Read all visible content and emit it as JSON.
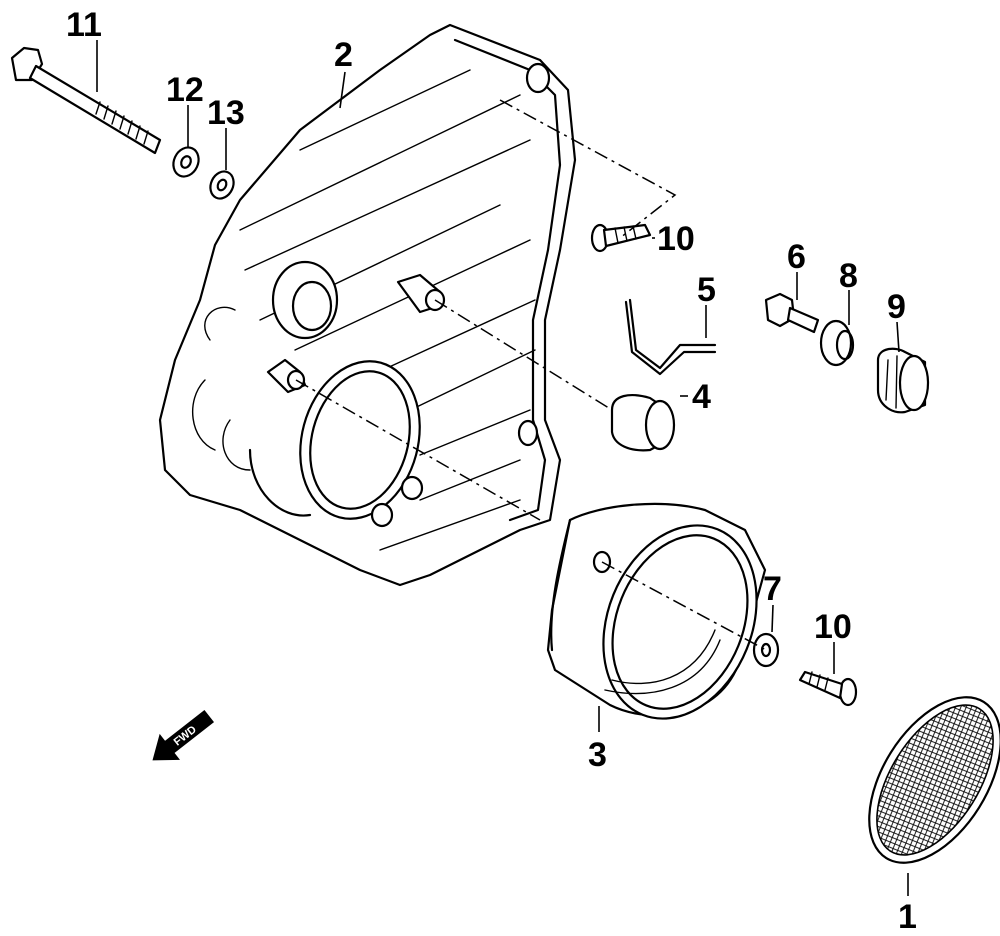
{
  "callouts": [
    {
      "id": "1",
      "label": "1"
    },
    {
      "id": "2",
      "label": "2"
    },
    {
      "id": "3",
      "label": "3"
    },
    {
      "id": "4",
      "label": "4"
    },
    {
      "id": "5",
      "label": "5"
    },
    {
      "id": "6",
      "label": "6"
    },
    {
      "id": "7",
      "label": "7"
    },
    {
      "id": "8",
      "label": "8"
    },
    {
      "id": "9",
      "label": "9"
    },
    {
      "id": "10a",
      "label": "10"
    },
    {
      "id": "10b",
      "label": "10"
    },
    {
      "id": "11",
      "label": "11"
    },
    {
      "id": "12",
      "label": "12"
    },
    {
      "id": "13",
      "label": "13"
    }
  ],
  "direction_marker": {
    "text": "FWD",
    "icon": "forward-arrow-icon"
  }
}
